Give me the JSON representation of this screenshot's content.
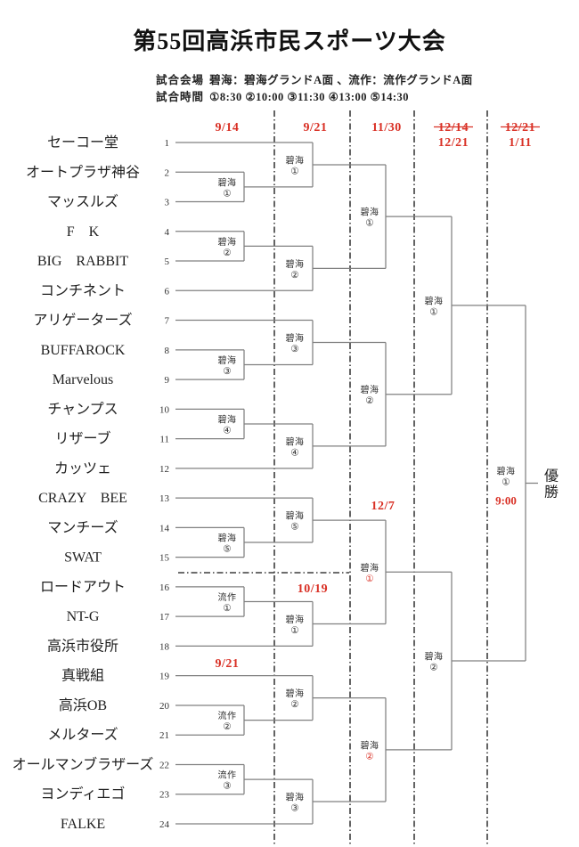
{
  "page": {
    "title": "第55回高浜市民スポーツ大会",
    "venue_label": "試合会場",
    "venue_value": "碧海：碧海グランドA面 、流作：流作グランドA面",
    "time_label": "試合時間",
    "time_value": "①8:30 ②10:00 ③11:30 ④13:00 ⑤14:30"
  },
  "colors": {
    "red": "#d93025",
    "line": "#808080",
    "separator": "#3d3d3d"
  },
  "round_dates": [
    {
      "main": "9/14",
      "struck": false,
      "sub": ""
    },
    {
      "main": "9/21",
      "struck": false,
      "sub": ""
    },
    {
      "main": "11/30",
      "struck": false,
      "sub": ""
    },
    {
      "main": "12/14",
      "struck": true,
      "sub": "12/21"
    },
    {
      "main": "12/21",
      "struck": true,
      "sub": "1/11"
    }
  ],
  "extra_dates": [
    "12/7",
    "10/19",
    "9/21"
  ],
  "teams": [
    {
      "no": "1",
      "name": "セーコー堂"
    },
    {
      "no": "2",
      "name": "オートプラザ神谷"
    },
    {
      "no": "3",
      "name": "マッスルズ"
    },
    {
      "no": "4",
      "name": "F　K"
    },
    {
      "no": "5",
      "name": "BIG　RABBIT"
    },
    {
      "no": "6",
      "name": "コンチネント"
    },
    {
      "no": "7",
      "name": "アリゲーターズ"
    },
    {
      "no": "8",
      "name": "BUFFAROCK"
    },
    {
      "no": "9",
      "name": "Marvelous"
    },
    {
      "no": "10",
      "name": "チャンプス"
    },
    {
      "no": "11",
      "name": "リザーブ"
    },
    {
      "no": "12",
      "name": "カッツェ"
    },
    {
      "no": "13",
      "name": "CRAZY　BEE"
    },
    {
      "no": "14",
      "name": "マンチーズ"
    },
    {
      "no": "15",
      "name": "SWAT"
    },
    {
      "no": "16",
      "name": "ロードアウト"
    },
    {
      "no": "17",
      "name": "NT-G"
    },
    {
      "no": "18",
      "name": "高浜市役所"
    },
    {
      "no": "19",
      "name": "真戦組"
    },
    {
      "no": "20",
      "name": "高浜OB"
    },
    {
      "no": "21",
      "name": "メルターズ"
    },
    {
      "no": "22",
      "name": "オールマンブラザーズ"
    },
    {
      "no": "23",
      "name": "ヨンディエゴ"
    },
    {
      "no": "24",
      "name": "FALKE"
    }
  ],
  "bracket": {
    "round1": [
      {
        "venue": "碧海",
        "num": "①",
        "red_num": false
      },
      {
        "venue": "碧海",
        "num": "②",
        "red_num": false
      },
      {
        "venue": "碧海",
        "num": "③",
        "red_num": false
      },
      {
        "venue": "碧海",
        "num": "④",
        "red_num": false
      },
      {
        "venue": "碧海",
        "num": "⑤",
        "red_num": false
      },
      {
        "venue": "流作",
        "num": "①",
        "red_num": false
      },
      {
        "venue": "流作",
        "num": "②",
        "red_num": false
      },
      {
        "venue": "流作",
        "num": "③",
        "red_num": false
      }
    ],
    "round2": [
      {
        "venue": "碧海",
        "num": "①",
        "red_num": false
      },
      {
        "venue": "碧海",
        "num": "②",
        "red_num": false
      },
      {
        "venue": "碧海",
        "num": "③",
        "red_num": false
      },
      {
        "venue": "碧海",
        "num": "④",
        "red_num": false
      },
      {
        "venue": "碧海",
        "num": "⑤",
        "red_num": false
      },
      {
        "venue": "碧海",
        "num": "①",
        "red_num": false
      },
      {
        "venue": "碧海",
        "num": "②",
        "red_num": false
      },
      {
        "venue": "碧海",
        "num": "③",
        "red_num": false
      }
    ],
    "round3": [
      {
        "venue": "碧海",
        "num": "①",
        "red_num": false
      },
      {
        "venue": "碧海",
        "num": "②",
        "red_num": false
      },
      {
        "venue": "碧海",
        "num": "①",
        "red_num": true
      },
      {
        "venue": "碧海",
        "num": "②",
        "red_num": true
      }
    ],
    "semifinals": [
      {
        "venue": "碧海",
        "num": "①",
        "red_num": false
      },
      {
        "venue": "碧海",
        "num": "②",
        "red_num": false
      }
    ],
    "final": {
      "venue": "碧海",
      "num": "①",
      "red_num": false,
      "time": "9:00"
    },
    "champion": "優勝"
  }
}
